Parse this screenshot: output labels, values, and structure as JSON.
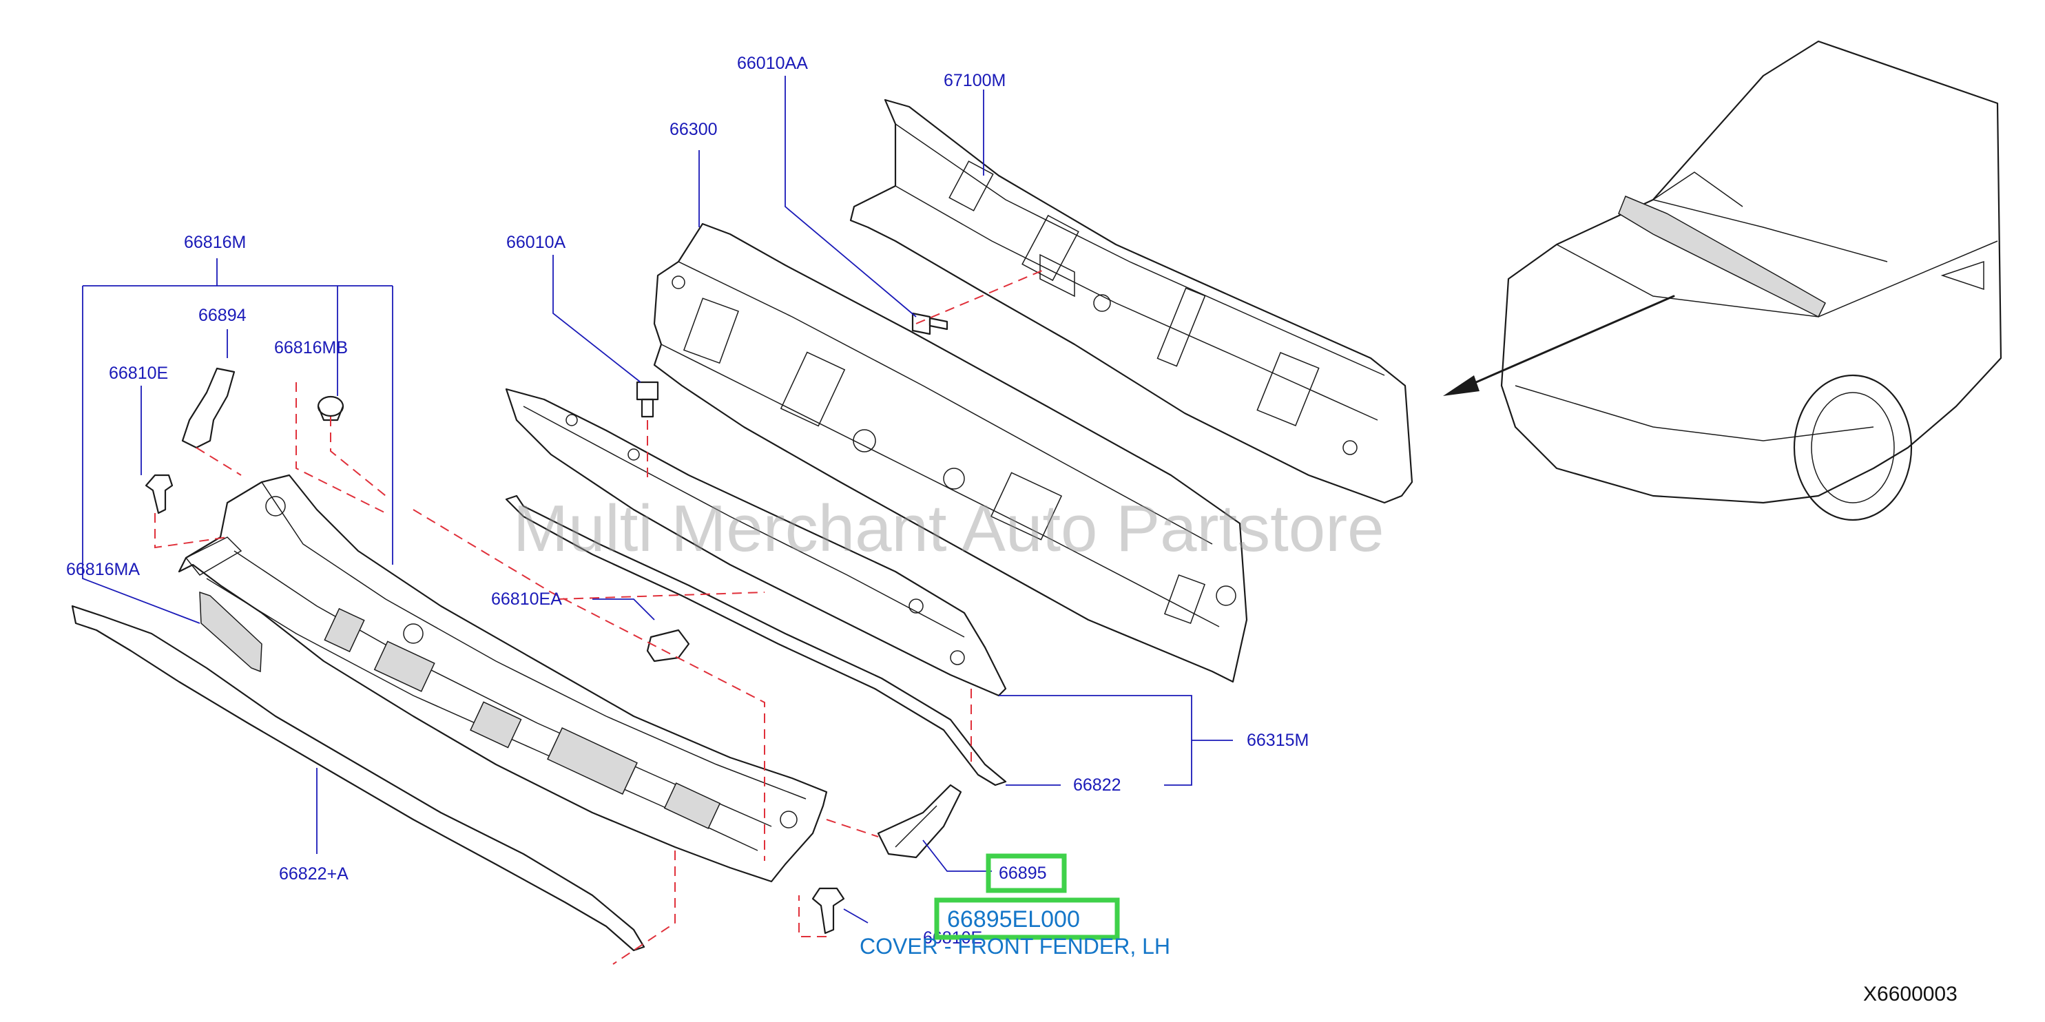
{
  "labels": {
    "p66010AA": "66010AA",
    "p67100M": "67100M",
    "p66300": "66300",
    "p66010A": "66010A",
    "p66816M": "66816M",
    "p66894": "66894",
    "p66816MB": "66816MB",
    "p66810E_top": "66810E",
    "p66816MA": "66816MA",
    "p66810EA": "66810EA",
    "p66315M": "66315M",
    "p66822": "66822",
    "p66822A": "66822+A",
    "p66895": "66895",
    "p66810E_bottom": "66810E"
  },
  "highlight": {
    "part_number": "66895EL000",
    "description": "COVER - FRONT FENDER, LH"
  },
  "watermark": "Multi Merchant Auto Partstore",
  "diagram_code": "X6600003",
  "colors": {
    "label": "#1a1ab8",
    "highlight_box": "#3fd14a",
    "dashed_leader": "#e0303a"
  }
}
